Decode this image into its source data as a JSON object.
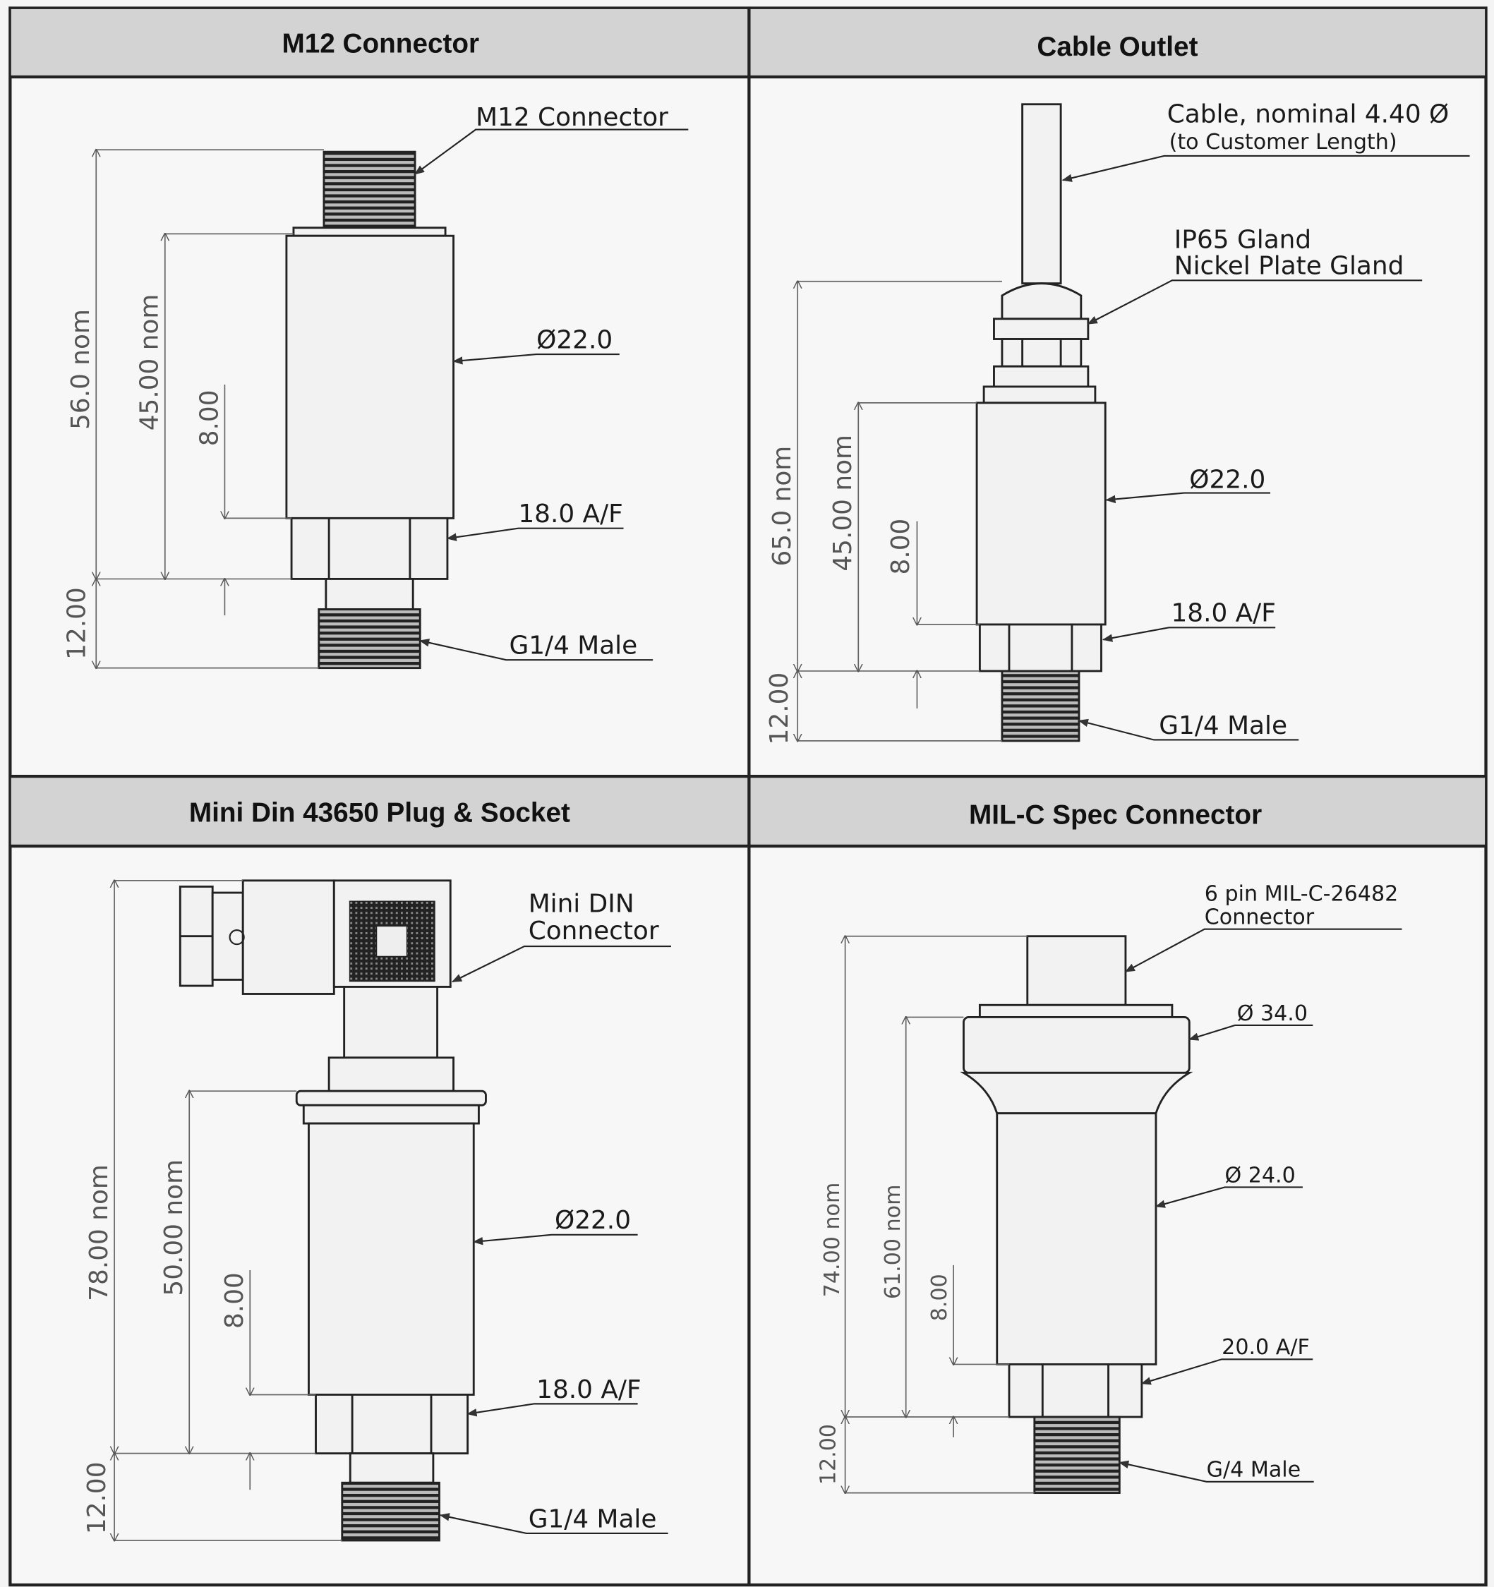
{
  "panels": [
    {
      "title": "M12 Connector",
      "callouts": {
        "connector": "M12 Connector",
        "diameter": "Ø22.0",
        "hex": "18.0 A/F",
        "thread": "G1/4 Male"
      },
      "dims": {
        "overall": "56.0 nom",
        "body": "45.00 nom",
        "hex": "8.00",
        "thread": "12.00"
      }
    },
    {
      "title": "Cable Outlet",
      "callouts": {
        "cable_line1": "Cable, nominal 4.40 Ø",
        "cable_line2": "(to Customer Length)",
        "gland_line1": "IP65 Gland",
        "gland_line2": "Nickel Plate Gland",
        "diameter": "Ø22.0",
        "hex": "18.0 A/F",
        "thread": "G1/4 Male"
      },
      "dims": {
        "overall": "65.0 nom",
        "body": "45.00 nom",
        "hex": "8.00",
        "thread": "12.00"
      }
    },
    {
      "title": "Mini Din 43650 Plug & Socket",
      "callouts": {
        "connector_line1": "Mini DIN",
        "connector_line2": "Connector",
        "diameter": "Ø22.0",
        "hex": "18.0 A/F",
        "thread": "G1/4 Male"
      },
      "dims": {
        "overall": "78.00 nom",
        "body": "50.00 nom",
        "hex": "8.00",
        "thread": "12.00"
      }
    },
    {
      "title": "MIL-C Spec Connector",
      "callouts": {
        "connector_line1": "6 pin MIL-C-26482",
        "connector_line2": "Connector",
        "flange": "Ø 34.0",
        "diameter": "Ø 24.0",
        "hex": "20.0 A/F",
        "thread": "G/4 Male"
      },
      "dims": {
        "overall": "74.00 nom",
        "body": "61.00 nom",
        "hex": "8.00",
        "thread": "12.00"
      }
    }
  ]
}
